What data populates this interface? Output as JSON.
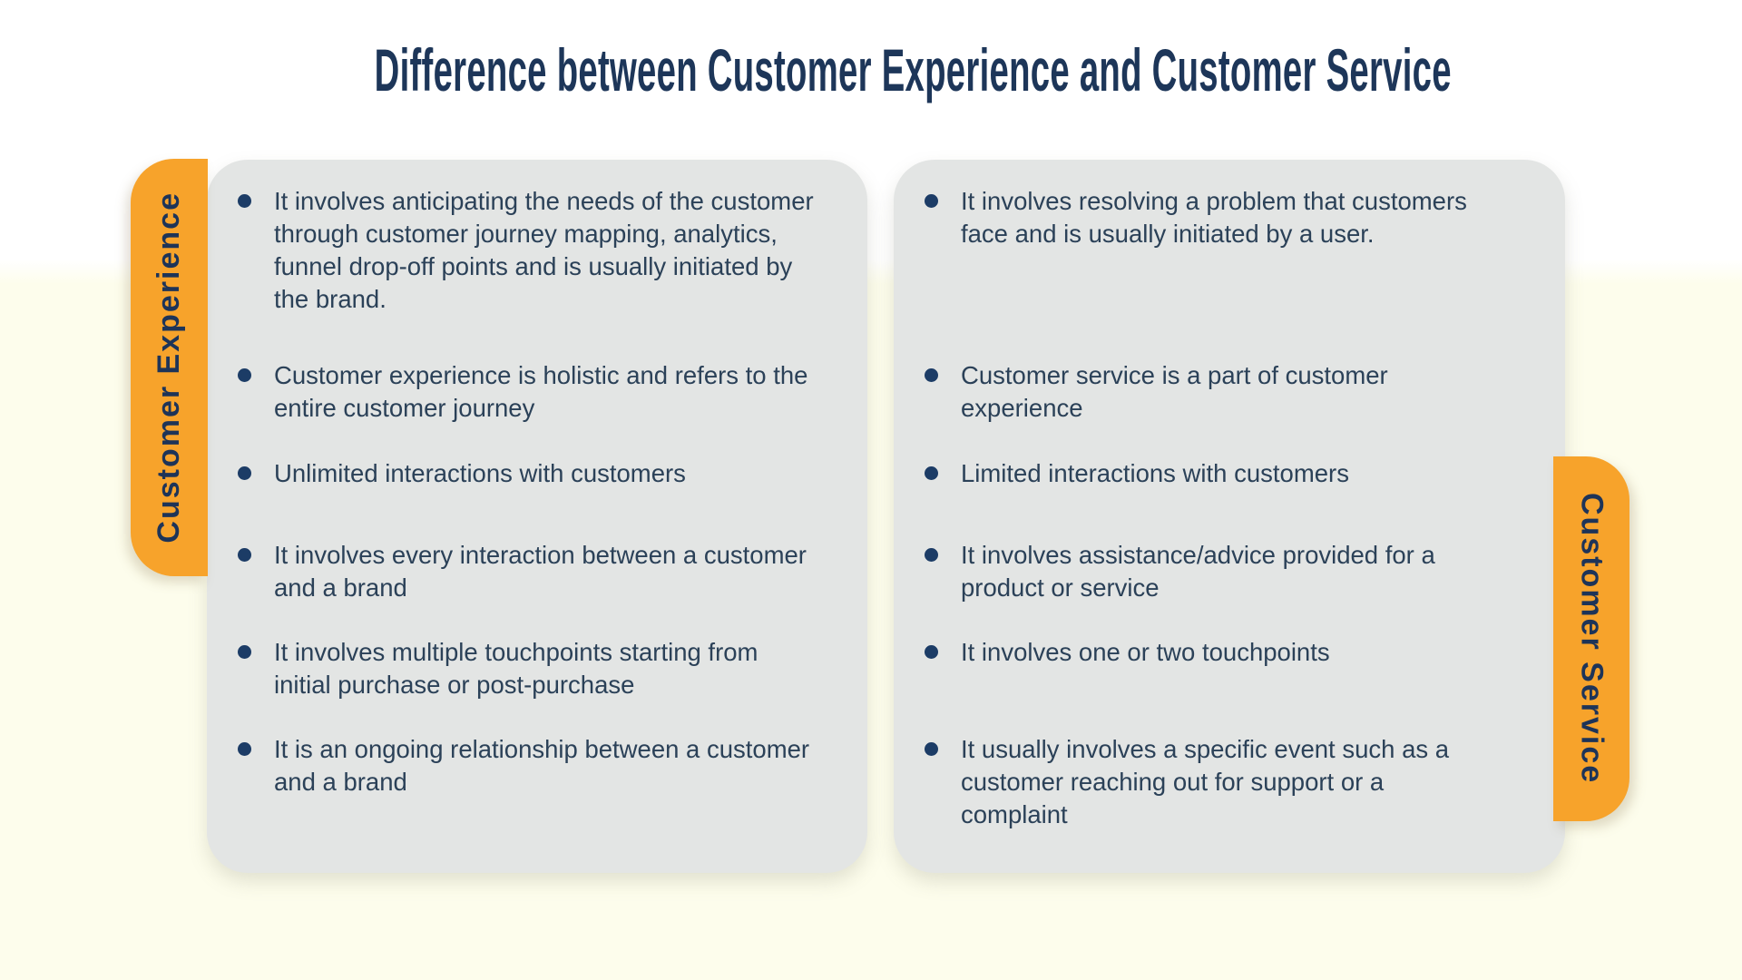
{
  "title": "Difference between Customer Experience and Customer Service",
  "colors": {
    "accent_orange": "#F7A32B",
    "title_navy": "#1D3659",
    "body_text_navy": "#2B4158",
    "bullet_dot_navy": "#1C3C66",
    "panel_gray": "#E3E5E4",
    "background_top": "#FFFFFF",
    "background_bottom": "#FDFDEC"
  },
  "left_panel": {
    "tab_label": "Customer Experience",
    "bullets": [
      "It involves anticipating the needs of the customer through customer journey mapping, analytics, funnel drop-off points and is usually initiated by the brand.",
      "Customer experience is holistic and refers to the entire customer journey",
      "Unlimited interactions with customers",
      "It involves every interaction between a customer and a brand",
      "It involves multiple touchpoints starting from initial purchase or post-purchase",
      "It is an ongoing relationship between a customer and a brand"
    ]
  },
  "right_panel": {
    "tab_label": "Customer Service",
    "bullets": [
      "It involves resolving a problem that customers face and is usually initiated by a user.",
      "Customer service is a part of customer experience",
      "Limited interactions with customers",
      "It involves assistance/advice provided for a product or service",
      "It involves one or two touchpoints",
      "It usually involves a specific event such as a customer reaching out for support or a complaint"
    ]
  }
}
